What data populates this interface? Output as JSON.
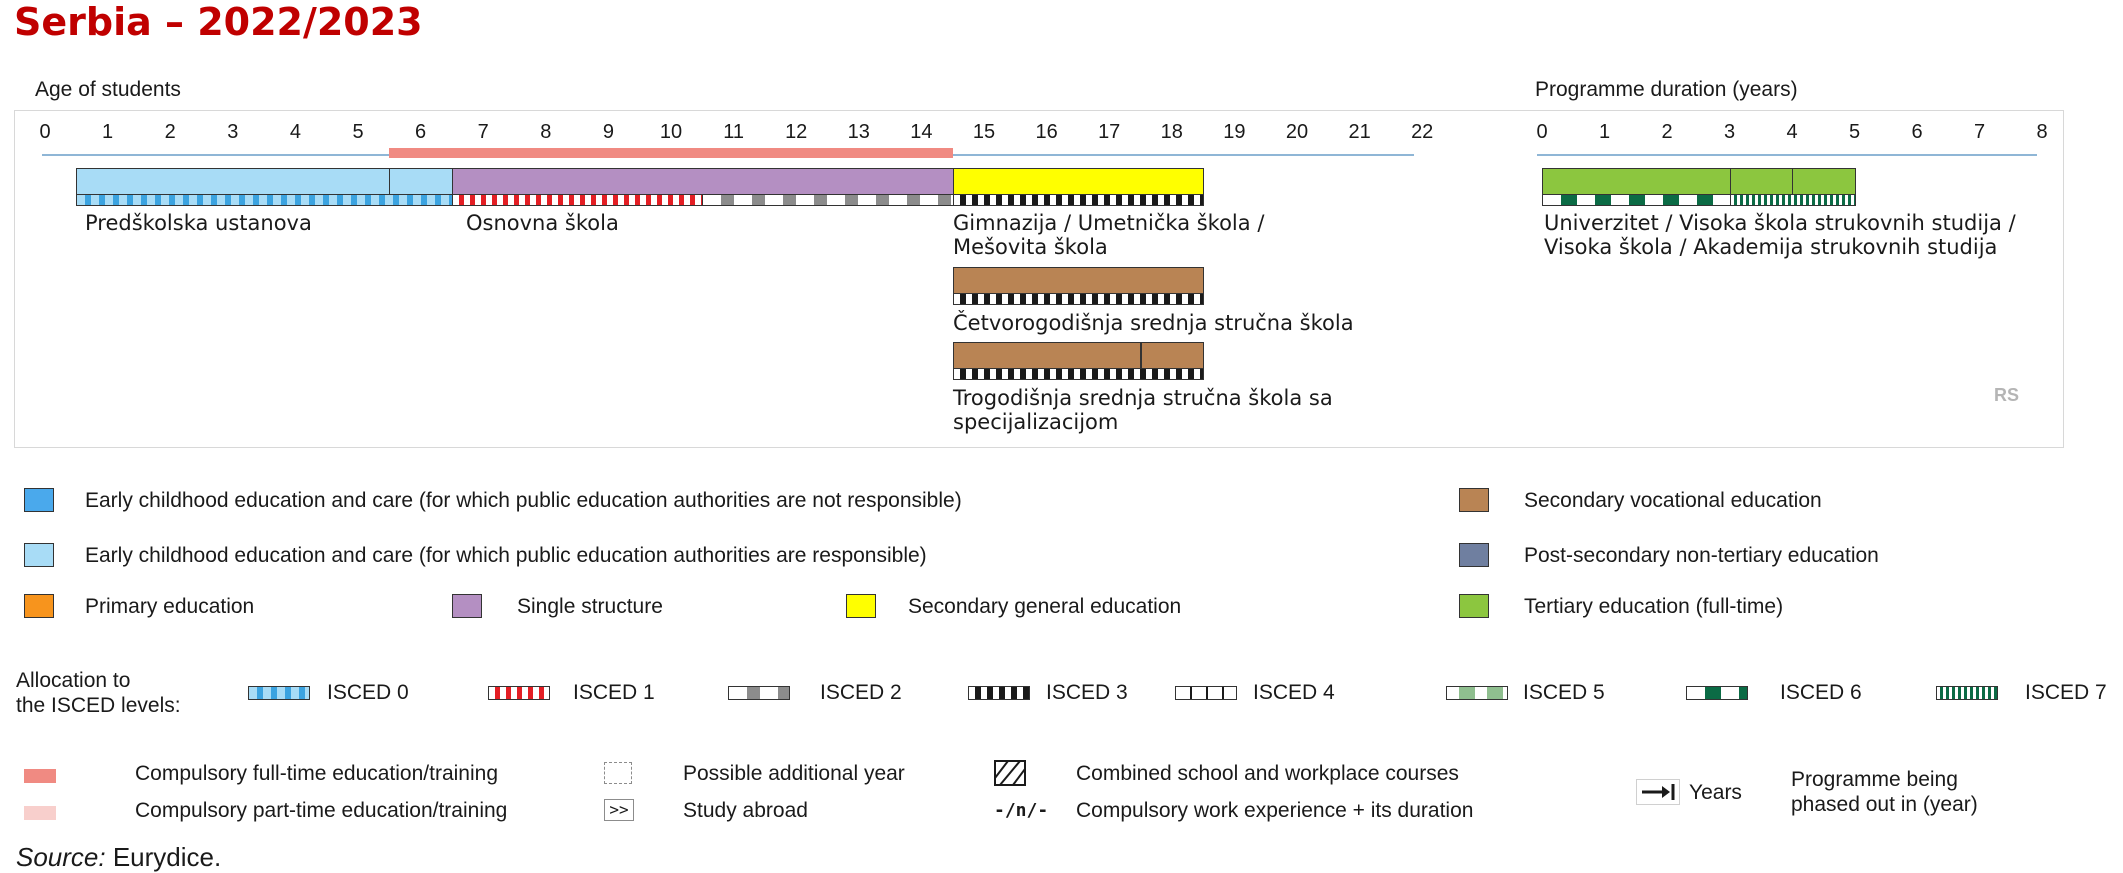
{
  "title": "Serbia – 2022/2023",
  "age_axis": {
    "label": "Age of students",
    "ticks": [
      "0",
      "1",
      "2",
      "3",
      "4",
      "5",
      "6",
      "7",
      "8",
      "9",
      "10",
      "11",
      "12",
      "13",
      "14",
      "15",
      "16",
      "17",
      "18",
      "19",
      "20",
      "21",
      "22"
    ]
  },
  "duration_axis": {
    "label": "Programme duration (years)",
    "ticks": [
      "0",
      "1",
      "2",
      "3",
      "4",
      "5",
      "6",
      "7",
      "8"
    ]
  },
  "compulsory_education": {
    "from_age": 5.5,
    "to_age": 14.5
  },
  "programmes": [
    {
      "id": "predskolska",
      "label": "Predškolska ustanova",
      "segments": [
        {
          "from": 0.5,
          "to": 5.5,
          "color": "#a8dcf6"
        },
        {
          "from": 5.5,
          "to": 6.5,
          "color": "#a8dcf6"
        }
      ],
      "isced": [
        {
          "from": 0.5,
          "to": 6.5,
          "level": "isced0"
        }
      ]
    },
    {
      "id": "osnovna",
      "label": "Osnovna škola",
      "segments": [
        {
          "from": 6.5,
          "to": 14.5,
          "color": "#b48fc2"
        }
      ],
      "isced": [
        {
          "from": 6.5,
          "to": 10.5,
          "level": "isced1"
        },
        {
          "from": 10.5,
          "to": 14.5,
          "level": "isced2"
        }
      ]
    },
    {
      "id": "gimnazija",
      "label_lines": [
        "Gimnazija / Umetnička škola /",
        "Mešovita škola"
      ],
      "segments": [
        {
          "from": 14.5,
          "to": 18.5,
          "color": "#ffff00"
        }
      ],
      "isced": [
        {
          "from": 14.5,
          "to": 18.5,
          "level": "isced3"
        }
      ]
    },
    {
      "id": "cetvorogodisnja",
      "label_lines": [
        "Četvorogodišnja srednja stručna škola"
      ],
      "segments": [
        {
          "from": 14.5,
          "to": 18.5,
          "color": "#b98454"
        }
      ],
      "isced": [
        {
          "from": 14.5,
          "to": 18.5,
          "level": "isced3"
        }
      ]
    },
    {
      "id": "trogodisnja",
      "label_lines": [
        "Trogodišnja srednja stručna škola sa",
        "specijalizacijom"
      ],
      "segments": [
        {
          "from": 14.5,
          "to": 17.5,
          "color": "#b98454"
        },
        {
          "from": 17.5,
          "to": 18.5,
          "color": "#b98454"
        }
      ],
      "isced": [
        {
          "from": 14.5,
          "to": 18.5,
          "level": "isced3"
        }
      ]
    },
    {
      "id": "tertiary",
      "label_lines": [
        "Univerzitet / Visoka škola strukovnih studija /",
        "Visoka škola / Akademija strukovnih studija"
      ],
      "segments": [
        {
          "from": 0,
          "to": 3,
          "color": "#8cc63f"
        },
        {
          "from": 3,
          "to": 4,
          "color": "#8cc63f"
        },
        {
          "from": 4,
          "to": 5,
          "color": "#8cc63f"
        }
      ],
      "isced": [
        {
          "from": 0,
          "to": 3,
          "level": "isced6"
        },
        {
          "from": 3,
          "to": 5,
          "level": "isced7"
        }
      ]
    }
  ],
  "country_code": "RS",
  "legend": {
    "ecec_not_responsible": {
      "label": "Early childhood education and care (for which public education authorities are not responsible)",
      "color": "#4aa9ec"
    },
    "ecec_responsible": {
      "label": "Early childhood education and care (for which public education authorities are responsible)",
      "color": "#a8dcf6"
    },
    "primary": {
      "label": "Primary education",
      "color": "#f7941d"
    },
    "single_structure": {
      "label": "Single structure",
      "color": "#b48fc2"
    },
    "secondary_general": {
      "label": "Secondary general education",
      "color": "#ffff00"
    },
    "secondary_vocational": {
      "label": "Secondary vocational education",
      "color": "#b98454"
    },
    "post_secondary": {
      "label": "Post-secondary non-tertiary education",
      "color": "#6f7fa0"
    },
    "tertiary": {
      "label": "Tertiary education (full-time)",
      "color": "#8cc63f"
    }
  },
  "isced": {
    "heading_line1": "Allocation to",
    "heading_line2": "the ISCED levels:",
    "levels": [
      {
        "key": "isced0",
        "label": "ISCED 0",
        "fg": "#3ba3e0",
        "bg": "#a8dcf6"
      },
      {
        "key": "isced1",
        "label": "ISCED 1",
        "fg": "#e31e24",
        "bg": "#ffffff"
      },
      {
        "key": "isced2",
        "label": "ISCED 2",
        "fg": "#8c8c8c",
        "bg": "#ffffff"
      },
      {
        "key": "isced3",
        "label": "ISCED 3",
        "fg": "#1a1a1a",
        "bg": "#ffffff"
      },
      {
        "key": "isced4",
        "label": "ISCED 4",
        "fg": "#ffffff",
        "bg": "#ffffff"
      },
      {
        "key": "isced5",
        "label": "ISCED 5",
        "fg": "#8fbf8f",
        "bg": "#ffffff"
      },
      {
        "key": "isced6",
        "label": "ISCED 6",
        "fg": "#0b6b45",
        "bg": "#ffffff"
      },
      {
        "key": "isced7",
        "label": "ISCED 7",
        "fg": "#0b6b45",
        "bg": "#ffffff"
      }
    ]
  },
  "other_legend": {
    "compulsory_full_time": {
      "label": "Compulsory full-time education/training",
      "color": "#f08a82"
    },
    "compulsory_part_time": {
      "label": "Compulsory part-time education/training",
      "color": "#f8cfcc"
    },
    "additional_year": {
      "label": "Possible additional year"
    },
    "study_abroad": {
      "label": "Study abroad",
      "symbol": ">>"
    },
    "combined_courses": {
      "label": "Combined school and workplace courses"
    },
    "work_experience": {
      "label": "Compulsory work experience + its duration",
      "symbol": "-/n/-"
    },
    "years": {
      "label": "Years"
    },
    "phased_out": {
      "label_line1": "Programme being",
      "label_line2": "phased out in (year)"
    }
  },
  "source": {
    "prefix": "Source:",
    "text": " Eurydice."
  }
}
